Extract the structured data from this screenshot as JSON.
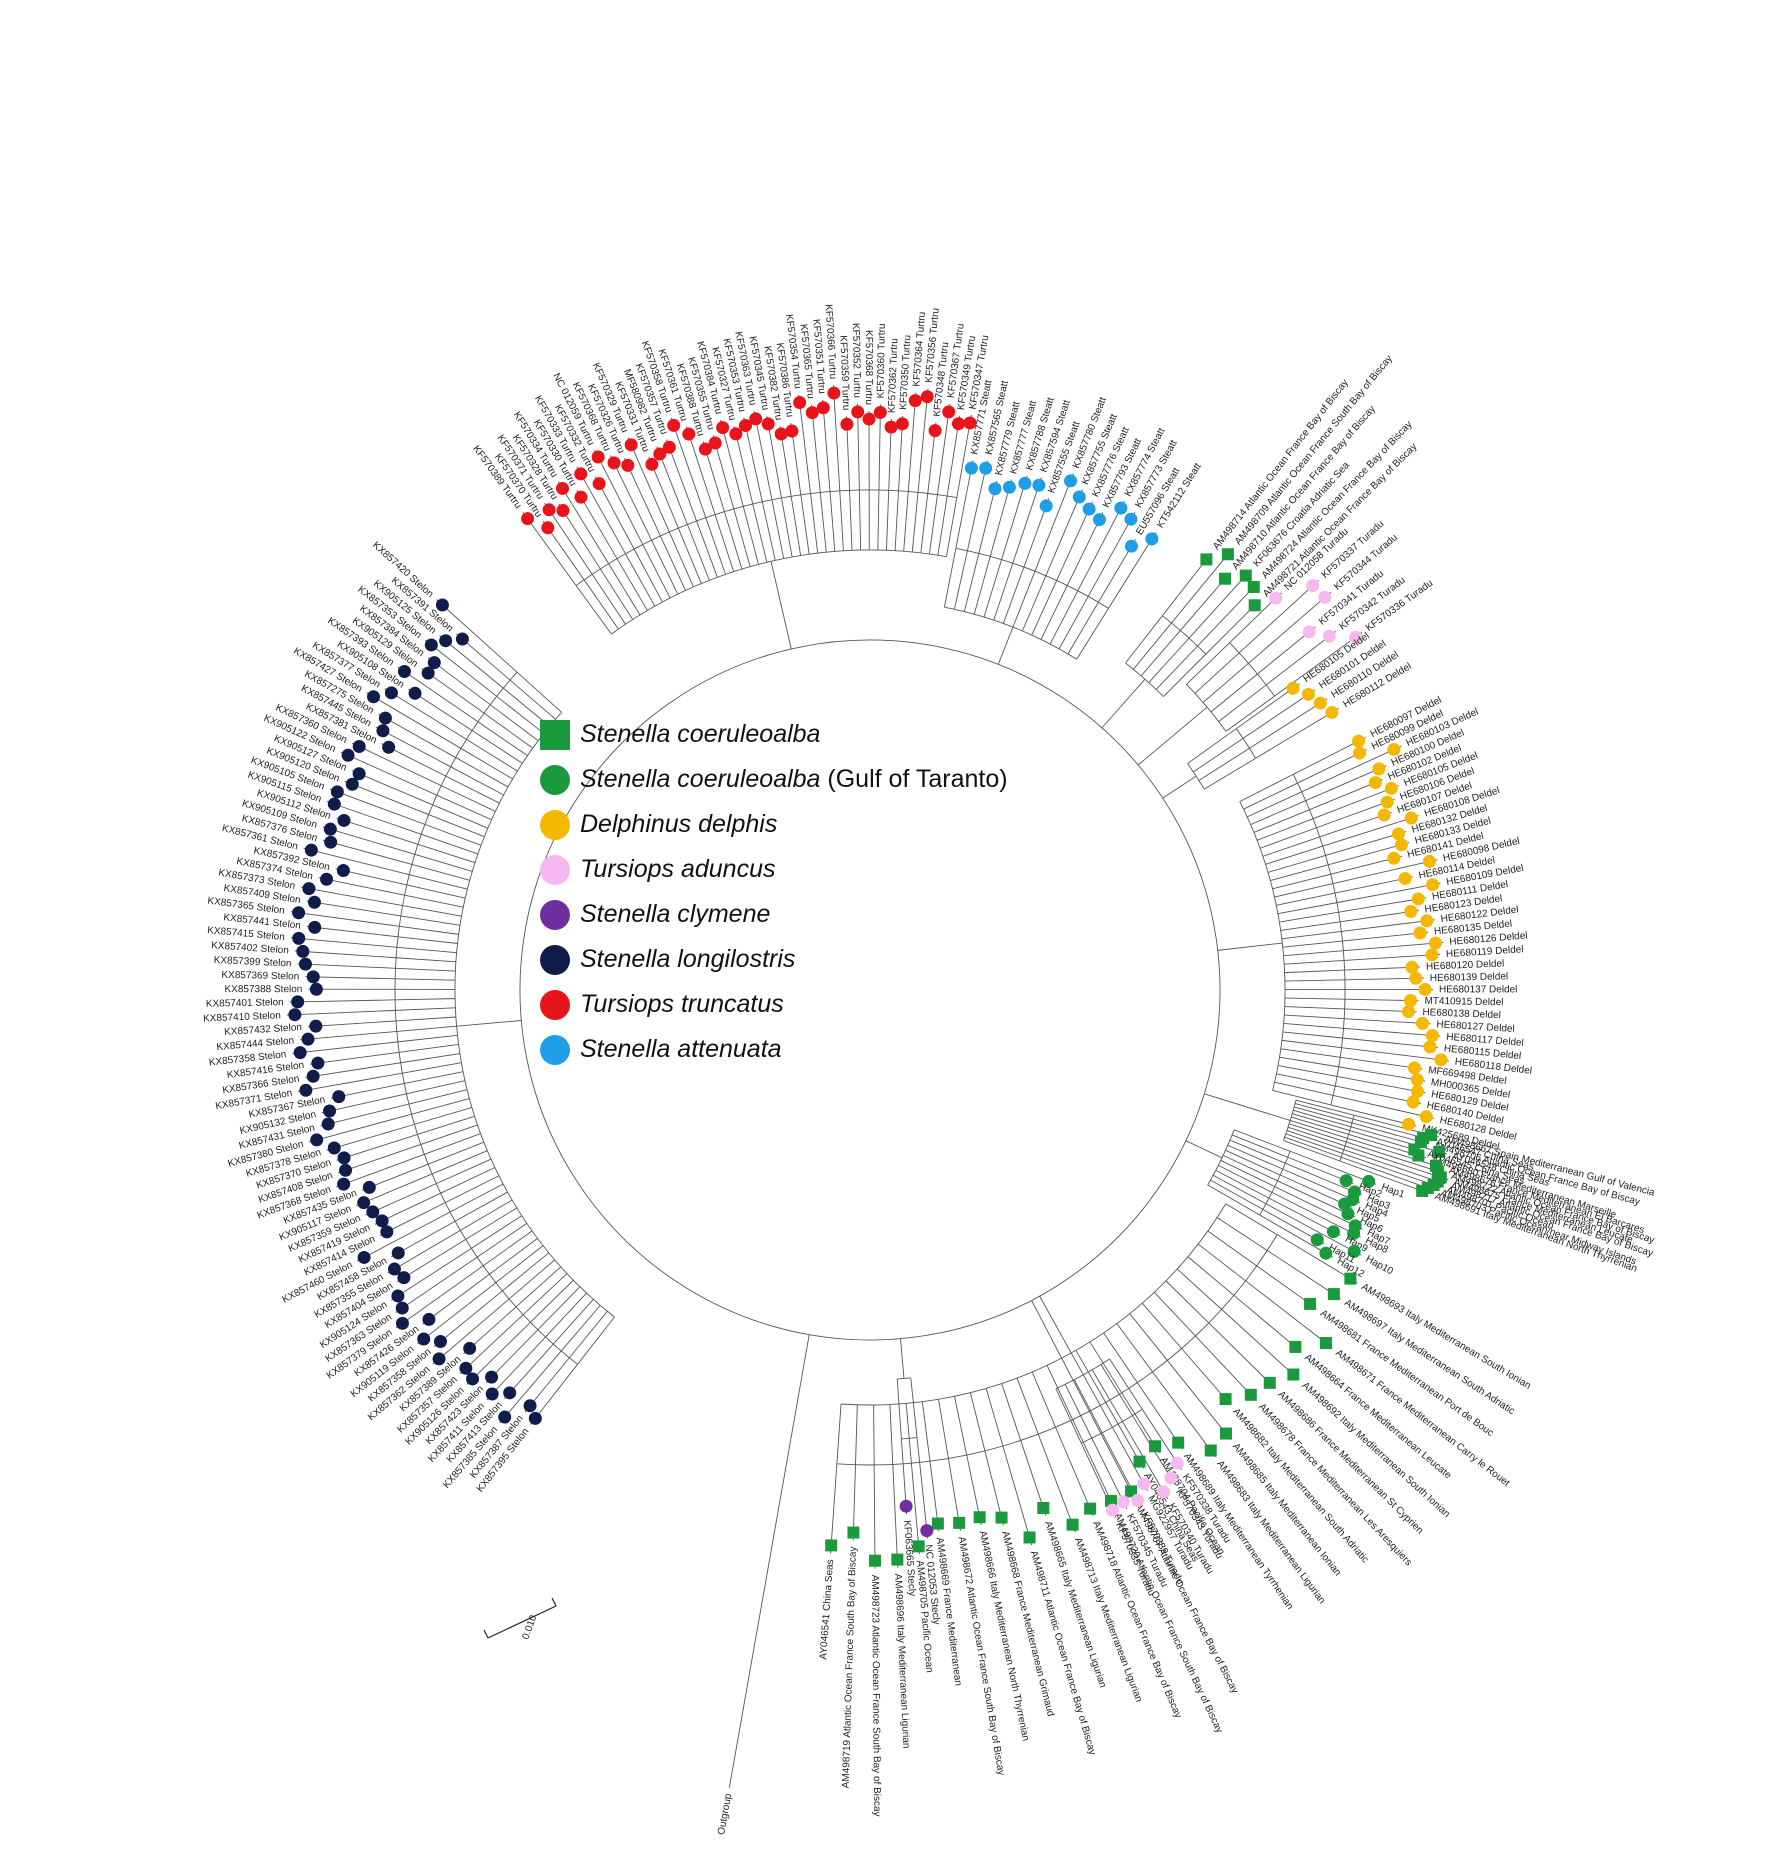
{
  "legend": [
    {
      "species": "Stenella coeruleoalba",
      "extra": "",
      "shape": "square",
      "color": "#1a9a3c"
    },
    {
      "species": "Stenella coeruleoalba",
      "extra": " (Gulf of Taranto)",
      "shape": "circle",
      "color": "#1a9a3c"
    },
    {
      "species": "Delphinus delphis",
      "extra": "",
      "shape": "circle",
      "color": "#f5b800"
    },
    {
      "species": "Tursiops aduncus",
      "extra": "",
      "shape": "circle",
      "color": "#f7b8f0"
    },
    {
      "species": "Stenella clymene",
      "extra": "",
      "shape": "circle",
      "color": "#6f2f9e"
    },
    {
      "species": "Stenella longilostris",
      "extra": "",
      "shape": "circle",
      "color": "#101d4a"
    },
    {
      "species": "Tursiops truncatus",
      "extra": "",
      "shape": "circle",
      "color": "#e8141a"
    },
    {
      "species": "Stenella attenuata",
      "extra": "",
      "shape": "circle",
      "color": "#1e9ee6"
    }
  ],
  "scale_bar": "0.010",
  "clades": [
    {
      "key": "attenuata",
      "color": "#1e9ee6",
      "shape": "circle",
      "labels": [
        "KX857771 Steatt",
        "KX857565 Steatt",
        "KX857779 Steatt",
        "KX857777 Steatt",
        "KX857788 Steatt",
        "KX857594 Steatt",
        "KX857555 Steatt",
        "KX857780 Steatt",
        "KX857755 Steatt",
        "KX857776 Steatt",
        "KX857793 Steatt",
        "KX857774 Steatt",
        "KX857773 Steatt",
        "EU557096 Steatt",
        "KT542112 Steatt"
      ]
    },
    {
      "key": "coeruleoalba_top",
      "color": "#1a9a3c",
      "shape": "square",
      "labels": [
        "AM498714 Atlantic Ocean France Bay of Biscay",
        "AM498709 Atlantic Ocean France South Bay of Biscay",
        "AM498710 Atlantic Ocean France Bay of Biscay",
        "KF063676 Croatia Adriatic Sea",
        "AM498724 Atlantic Ocean France Bay of Biscay",
        "AM498721 Atlantic Ocean France Bay of Biscay"
      ]
    },
    {
      "key": "aduncus_top",
      "color": "#f7b8f0",
      "shape": "circle",
      "labels": [
        "NC 012058 Turadu",
        "KF570337 Turadu",
        "KF570344 Turadu",
        "KF570341 Turadu",
        "KF570342 Turadu",
        "KF570336 Turadu"
      ]
    },
    {
      "key": "delphis_top",
      "color": "#f5b800",
      "shape": "circle",
      "labels": [
        "HE680105 Deldel",
        "HE680101 Deldel",
        "HE680110 Deldel",
        "HE680112 Deldel"
      ]
    },
    {
      "key": "delphis",
      "color": "#f5b800",
      "shape": "circle",
      "labels": [
        "HE680097 Deldel",
        "HE680099 Deldel",
        "HE680103 Deldel",
        "HE680100 Deldel",
        "HE680102 Deldel",
        "HE680105 Deldel",
        "HE680106 Deldel",
        "HE680107 Deldel",
        "HE680108 Deldel",
        "HE680132 Deldel",
        "HE680133 Deldel",
        "HE680141 Deldel",
        "HE680098 Deldel",
        "HE680114 Deldel",
        "HE680109 Deldel",
        "HE680111 Deldel",
        "HE680123 Deldel",
        "HE680122 Deldel",
        "HE680135 Deldel",
        "HE680126 Deldel",
        "HE680119 Deldel",
        "HE680120 Deldel",
        "HE680139 Deldel",
        "HE680137 Deldel",
        "MT410915 Deldel",
        "HE680138 Deldel",
        "HE680127 Deldel",
        "HE680117 Deldel",
        "HE680115 Deldel",
        "HE680118 Deldel",
        "MF669498 Deldel",
        "MH000365 Deldel",
        "HE680129 Deldel",
        "HE680140 Deldel",
        "HE680128 Deldel",
        "MK425689 Deldel"
      ]
    },
    {
      "key": "coeruleoalba_right",
      "color": "#1a9a3c",
      "shape": "square",
      "labels": [
        "AM498667 Spain Mediterranean Gulf of Valencia",
        "AY046547 China Seas",
        "AM498706 Atlantic Ocean France Bay of Biscay",
        "AY046548 China Seas",
        "AY046545 China Seas",
        "AM498680 France Mediterranean Marseille",
        "AM498676 France Mediterranean El Barcares",
        "AM498722 Atlantic Ocean France Bay of Biscay",
        "AM498675 France Mediterranean Leucate",
        "AM498717 Atlantic Ocean France Bay of Biscay",
        "AM498701 Pacific Ocean",
        "AM498703 Pacific Ocean/near Midway Islands",
        "AM498691 Italy Mediterranean North Thyrrenian"
      ]
    },
    {
      "key": "taranto",
      "color": "#1a9a3c",
      "shape": "circle",
      "labels": [
        "Hap1",
        "Hap2",
        "Hap3",
        "Hap4",
        "Hap5",
        "Hap6",
        "Hap7",
        "Hap8",
        "Hap9",
        "Hap10",
        "Hap11",
        "Hap12"
      ]
    },
    {
      "key": "coeruleoalba_bottom",
      "color": "#1a9a3c",
      "shape": "square",
      "labels": [
        "AM498693 Italy Mediterranean South Ionian",
        "AM498697 Italy Mediterranean South Adriatic",
        "AM498681 France Mediterranean Port de Bouc",
        "AM498671 France Mediterranean Carry le Rouet",
        "AM498664 France Mediterranean Leucate",
        "AM498692 Italy Mediterranean South Ionian",
        "AM498686 France Mediterranean St Cyprien",
        "AM498678 France Mediterranean Les Aresquiers",
        "AM498682 Italy Mediterranean South Adriatic",
        "AM498685 Italy Mediterranean Ionian",
        "AM498683 Italy Mediterranean Ligurian",
        "AM498689 Italy Mediterranean Tyrrhenian",
        "AM498704 Pacific Ocean",
        "AY046543 China Seas",
        "AM498707 Atlantic Ocean France Bay of Biscay",
        "AM498720 Atlantic Ocean France South Bay of Biscay",
        "AM498718 Atlantic Ocean France Bay of Biscay",
        "AM498713 Italy Mediterranean Ligurian",
        "AM498665 Italy Mediterranean Ligurian",
        "AM498711 Atlantic Ocean France Bay of Biscay",
        "AM498668 France Mediterranean Grimaud",
        "AM498666 Italy Mediterranean North Thyrrenian",
        "AM498672 Atlantic Ocean France South Bay of Biscay",
        "AM498669 France Mediterranean",
        "AM498705 Pacific Ocean",
        "AM498696 Italy Mediterranean Ligurian",
        "AM498723 Atlantic Ocean France South Bay of Biscay",
        "AM498719 Atlantic Ocean France South Bay of Biscay",
        "AY046541 China Seas"
      ]
    },
    {
      "key": "aduncus_bottom",
      "color": "#f7b8f0",
      "shape": "circle",
      "labels": [
        "KF570338 Turadu",
        "KF570343 Turadu",
        "KF570340 Turadu",
        "MG922957 Turadu",
        "KF570339 Turadu",
        "KF570345 Turadu",
        "KF570335 Turadu"
      ]
    },
    {
      "key": "clymene",
      "color": "#6f2f9e",
      "shape": "circle",
      "labels": [
        "NC 012053 Stecly",
        "KF063665 Stecly"
      ]
    },
    {
      "key": "longirostris",
      "color": "#101d4a",
      "shape": "circle",
      "labels": [
        "KX857395 Stelon",
        "KX857387 Stelon",
        "KX857385 Stelon",
        "KX857413 Stelon",
        "KX857411 Stelon",
        "KX857423 Stelon",
        "KX905126 Stelon",
        "KX857357 Stelon",
        "KX857389 Stelon",
        "KX857362 Stelon",
        "KX857358 Stelon",
        "KX905119 Stelon",
        "KX857426 Stelon",
        "KX857379 Stelon",
        "KX857363 Stelon",
        "KX905124 Stelon",
        "KX857404 Stelon",
        "KX857355 Stelon",
        "KX857458 Stelon",
        "KX857460 Stelon",
        "KX857414 Stelon",
        "KX857419 Stelon",
        "KX857359 Stelon",
        "KX905117 Stelon",
        "KX857435 Stelon",
        "KX857368 Stelon",
        "KX857408 Stelon",
        "KX857370 Stelon",
        "KX857378 Stelon",
        "KX857380 Stelon",
        "KX857431 Stelon",
        "KX905132 Stelon",
        "KX857367 Stelon",
        "KX857371 Stelon",
        "KX857366 Stelon",
        "KX857416 Stelon",
        "KX857358 Stelon",
        "KX857444 Stelon",
        "KX857432 Stelon",
        "KX857410 Stelon",
        "KX857401 Stelon",
        "KX857388 Stelon",
        "KX857369 Stelon",
        "KX857399 Stelon",
        "KX857402 Stelon",
        "KX857415 Stelon",
        "KX857441 Stelon",
        "KX857365 Stelon",
        "KX857409 Stelon",
        "KX857373 Stelon",
        "KX857374 Stelon",
        "KX857392 Stelon",
        "KX857361 Stelon",
        "KX857376 Stelon",
        "KX905109 Stelon",
        "KX905112 Stelon",
        "KX905115 Stelon",
        "KX905105 Stelon",
        "KX905120 Stelon",
        "KX905127 Stelon",
        "KX905122 Stelon",
        "KX857360 Stelon",
        "KX857381 Stelon",
        "KX857445 Stelon",
        "KX857275 Stelon",
        "KX857427 Stelon",
        "KX857377 Stelon",
        "KX905108 Stelon",
        "KX857393 Stelon",
        "KX905129 Stelon",
        "KX857384 Stelon",
        "KX857353 Stelon",
        "KX905125 Stelon",
        "KX857391 Stelon",
        "KX857420 Stelon"
      ]
    },
    {
      "key": "truncatus",
      "color": "#e8141a",
      "shape": "circle",
      "labels": [
        "KF570389 Turtru",
        "KF570370 Turtru",
        "KF570371 Turtru",
        "KF570328 Turtru",
        "KF570334 Turtru",
        "KF570330 Turtru",
        "KF570333 Turtru",
        "KF570332 Turtru",
        "NC 012059 Turtru",
        "KF570368 Turtru",
        "KF570326 Turtru",
        "KF570329 Turtru",
        "KF570331 Turtru",
        "MF580982 Turtru",
        "KF570357 Turtru",
        "KF570358 Turtru",
        "KF570361 Turtru",
        "KF570388 Turtru",
        "KF570355 Turtru",
        "KF570384 Turtru",
        "KF570327 Turtru",
        "KF570353 Turtru",
        "KF570363 Turtru",
        "KF570345 Turtru",
        "KF570382 Turtru",
        "KF570386 Turtru",
        "KF570354 Turtru",
        "KF570365 Turtru",
        "KF570351 Turtru",
        "KF570366 Turtru",
        "KF570359 Turtru",
        "KF570352 Turtru",
        "KF570368 Turtru",
        "KF570360 Turtru",
        "KF570362 Turtru",
        "KF570350 Turtru",
        "KF570364 Turtru",
        "KF570356 Turtru",
        "KF570348 Turtru",
        "KF570367 Turtru",
        "KF570349 Turtru",
        "KF570347 Turtru"
      ]
    },
    {
      "key": "outgroup",
      "color": "",
      "shape": "none",
      "labels": [
        "Outgroup"
      ]
    }
  ]
}
